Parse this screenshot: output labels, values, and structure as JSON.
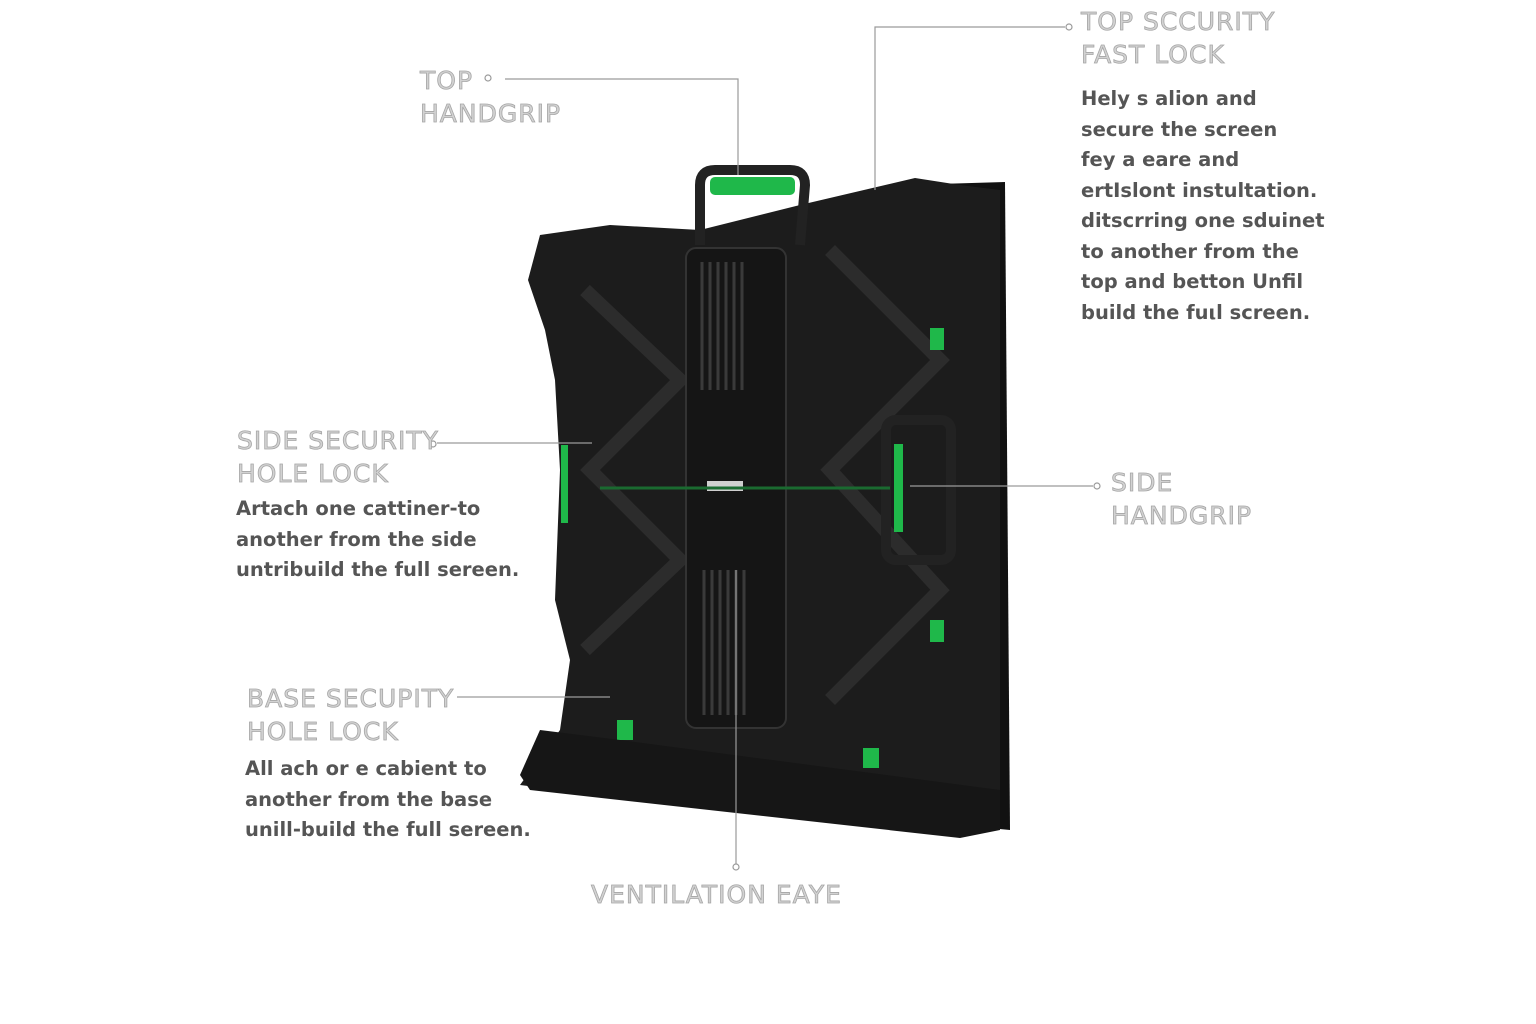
{
  "callouts": {
    "top_handgrip": {
      "title": "TOP\nHANDGRIP"
    },
    "top_security": {
      "title": "TOP SCCURITY\nFAST LOCK",
      "body": "Hely s alion and\nsecure the screen\nfey a eare and\nertIslont instultation.\nditscrring one sduinet\nto another from the\ntop and betton Unfil\nbuild the fuιl screen."
    },
    "side_security": {
      "title": "SIDE SECURITY\nHOLE LOCK",
      "body": "Artach one cattiner-to\nanother from the side\nuntribuild the full sereen."
    },
    "side_handgrip": {
      "title": "SIDE\nHANDGRIP"
    },
    "base_security": {
      "title": "BASE SECUPITY\nHOLE LOCK",
      "body": "All ach or e cabient to\nanother from the base\nunill-build the full sereen."
    },
    "ventilation": {
      "title": "VENTILATION EAYE"
    }
  },
  "colors": {
    "accent": "#1fb84a",
    "cabinet": "#1a1a1a",
    "leader": "#9a9a9a"
  }
}
